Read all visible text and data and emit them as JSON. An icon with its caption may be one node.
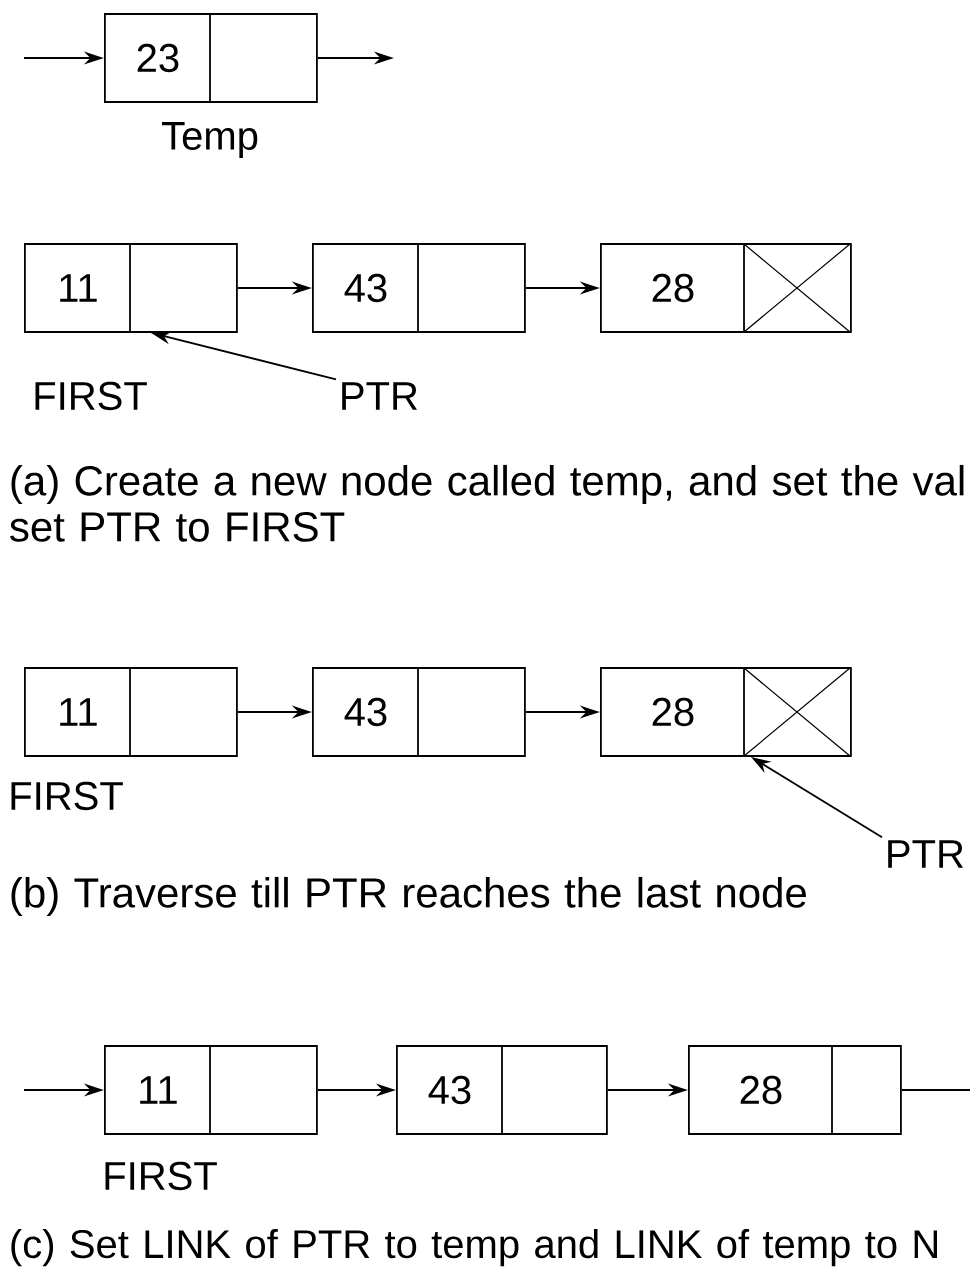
{
  "diagram": {
    "nodes": [
      {
        "text": [
          "23"
        ],
        "beside": [
          "Temp"
        ]
      },
      {
        "text": [
          "11"
        ],
        "beside": [
          "FIRST"
        ]
      },
      {
        "text": [
          "43"
        ]
      },
      {
        "text": [
          "28"
        ]
      },
      {
        "text": [
          "PTR"
        ]
      },
      {
        "text": [
          "11"
        ],
        "beside": [
          "FIRST"
        ]
      },
      {
        "text": [
          "43"
        ]
      },
      {
        "text": [
          "28"
        ]
      },
      {
        "text": [
          "PTR"
        ]
      },
      {
        "text": [
          "11"
        ],
        "beside": [
          "FIRST"
        ]
      },
      {
        "text": [
          "43"
        ]
      },
      {
        "text": [
          "28"
        ]
      }
    ],
    "edges": [
      {
        "from": null,
        "to": 0,
        "arrow": "to"
      },
      {
        "from": 0,
        "to": null,
        "arrow": "to"
      },
      {
        "from": 1,
        "to": 2,
        "arrow": "to"
      },
      {
        "from": 2,
        "to": 3,
        "arrow": "to"
      },
      {
        "from": 4,
        "to": 1,
        "arrow": "to"
      },
      {
        "from": 5,
        "to": 6,
        "arrow": "to"
      },
      {
        "from": 6,
        "to": 7,
        "arrow": "to"
      },
      {
        "from": 8,
        "to": 7,
        "arrow": "to"
      },
      {
        "from": null,
        "to": 9,
        "arrow": "to"
      },
      {
        "from": 9,
        "to": 10,
        "arrow": "to"
      },
      {
        "from": 10,
        "to": 11,
        "arrow": "to"
      },
      {
        "from": 11,
        "to": null,
        "arrow": "none"
      }
    ],
    "labels": [
      "(a) Create a new node called temp, and set the val set PTR to FIRST",
      "(b) Traverse till PTR reaches the last node",
      "(c) Set LINK of PTR to temp and LINK of temp to N"
    ]
  }
}
